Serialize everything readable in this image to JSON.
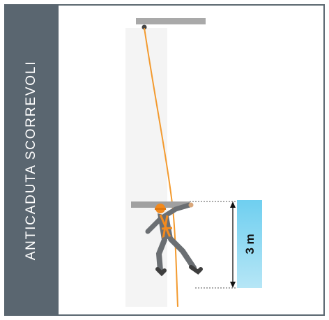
{
  "sidebar": {
    "title": "ANTICADUTA SCORREVOLI"
  },
  "diagram": {
    "distance_label": "3 m",
    "colors": {
      "sidebar": "#5a6670",
      "rope": "#f39a2e",
      "anchor_bar": "#a9a9a9",
      "distance_box": "#7fd3ee",
      "worker_suit": "#6b6f73",
      "harness": "#f28a1e"
    },
    "icons": [
      "anchor-bar",
      "rope",
      "worker-figure",
      "measurement-arrow"
    ]
  }
}
